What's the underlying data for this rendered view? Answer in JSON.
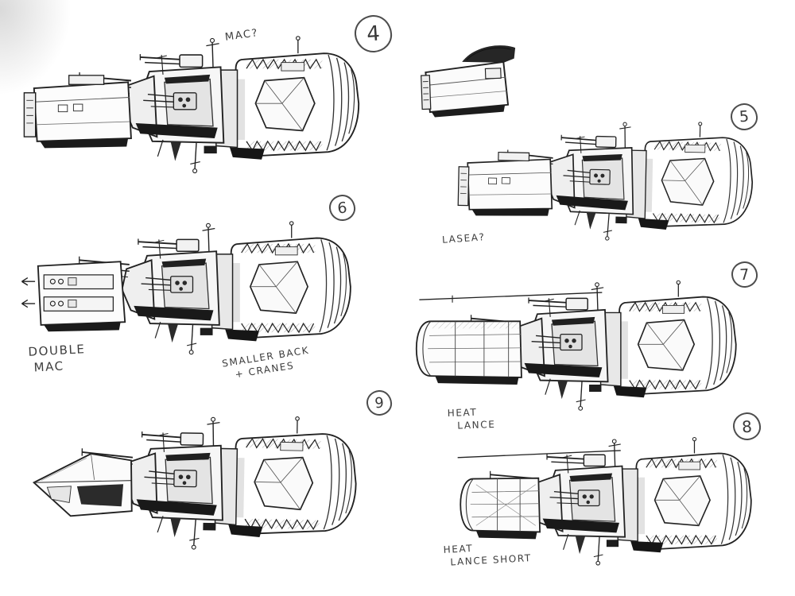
{
  "colors": {
    "ink": "#2a2a2a",
    "paper": "#ffffff"
  },
  "figures": {
    "f4": {
      "number": "4",
      "label": "MAC?"
    },
    "f5": {
      "number": "5",
      "label": "LASEA?"
    },
    "f6": {
      "number": "6",
      "label1": [
        "DOUBLE",
        "MAC"
      ],
      "label2": [
        "SMALLER BACK",
        "+ CRANES"
      ]
    },
    "f7": {
      "number": "7",
      "label": [
        "HEAT",
        "LANCE"
      ]
    },
    "f9": {
      "number": "9"
    },
    "f8": {
      "number": "8",
      "label": [
        "HEAT",
        "LANCE  SHORT"
      ]
    }
  }
}
